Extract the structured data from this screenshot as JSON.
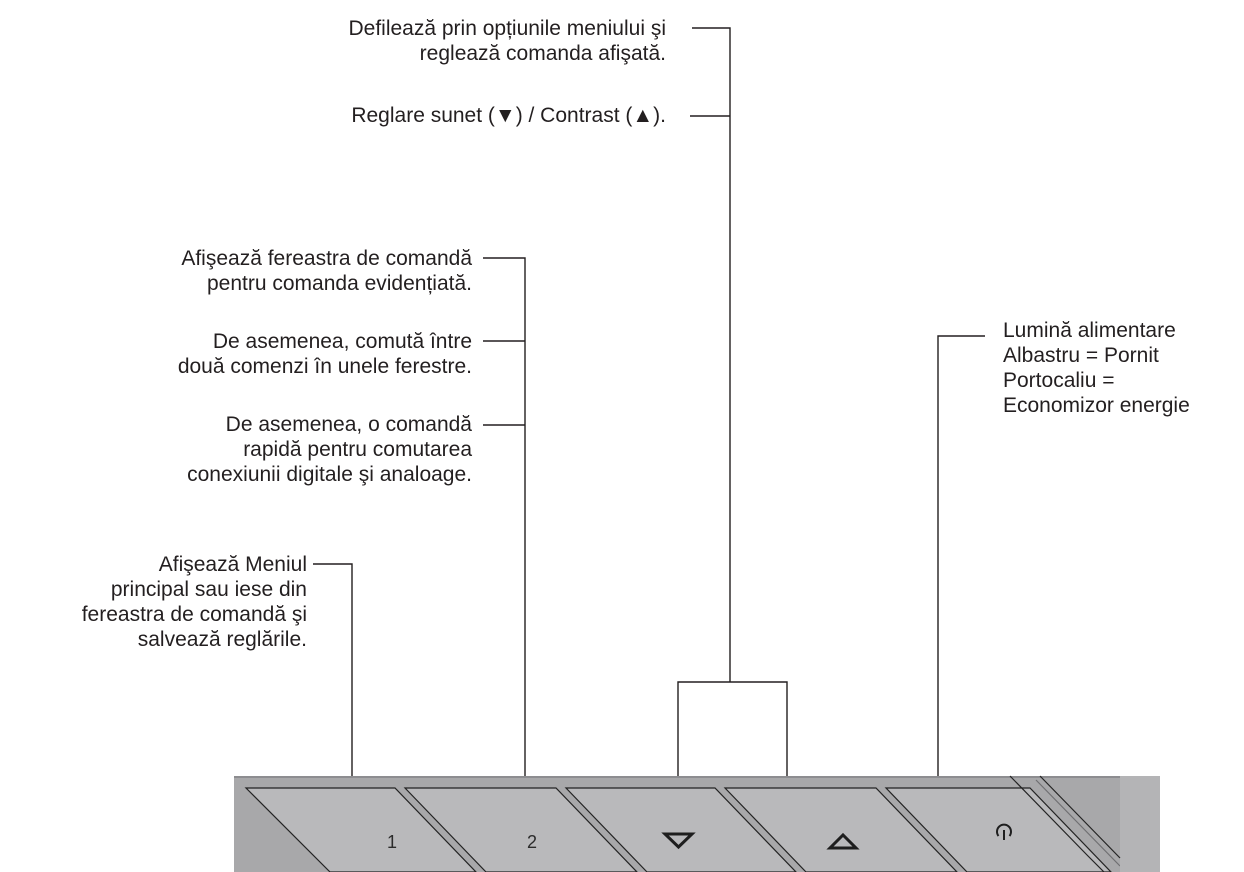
{
  "callouts": {
    "scroll": [
      "Defilează prin opțiunile meniului şi",
      "reglează comanda afişată."
    ],
    "sound_contrast": "Reglare sunet (▼) / Contrast (▲).",
    "button2_window": [
      "Afişează fereastra de comandă",
      "pentru comanda evidențiată."
    ],
    "button2_toggle": [
      "De asemenea, comută între",
      "două comenzi în unele ferestre."
    ],
    "button2_shortcut": [
      "De asemenea, o comandă",
      "rapidă pentru comutarea",
      "conexiunii digitale şi analoage."
    ],
    "button1_menu": [
      "Afişează Meniul",
      "principal sau iese din",
      "fereastra de comandă şi",
      "salvează reglările."
    ],
    "power_light": [
      "Lumină alimentare",
      "Albastru = Pornit",
      "Portocaliu =",
      "Economizor energie"
    ]
  },
  "buttons": {
    "b1": "1",
    "b2": "2",
    "down_icon": "down-triangle-icon",
    "up_icon": "up-triangle-icon",
    "power_icon": "power-icon"
  },
  "colors": {
    "text": "#231f20",
    "line": "#231f20",
    "panel": "#a9a9ab"
  }
}
